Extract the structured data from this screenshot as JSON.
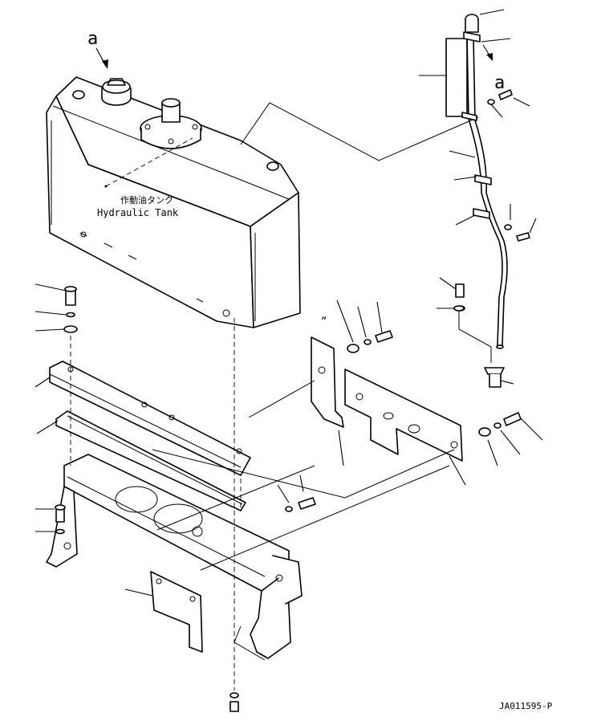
{
  "title": "",
  "labels": {
    "callout_a_left": "a",
    "callout_a_right": "a",
    "tank_label_jp": "作動油タンク",
    "tank_label_en": "Hydraulic Tank",
    "tick_mark": "”",
    "drawing_number": "JA011595-P"
  },
  "parts": [
    "hydraulic-tank",
    "tank-cap",
    "breather",
    "level-gauge-tube",
    "tube-clamp",
    "mounting-bracket",
    "cover-plate-left",
    "cover-plate-right",
    "support-rail",
    "gasket-strip",
    "frame",
    "side-cover",
    "bolt",
    "washer"
  ]
}
